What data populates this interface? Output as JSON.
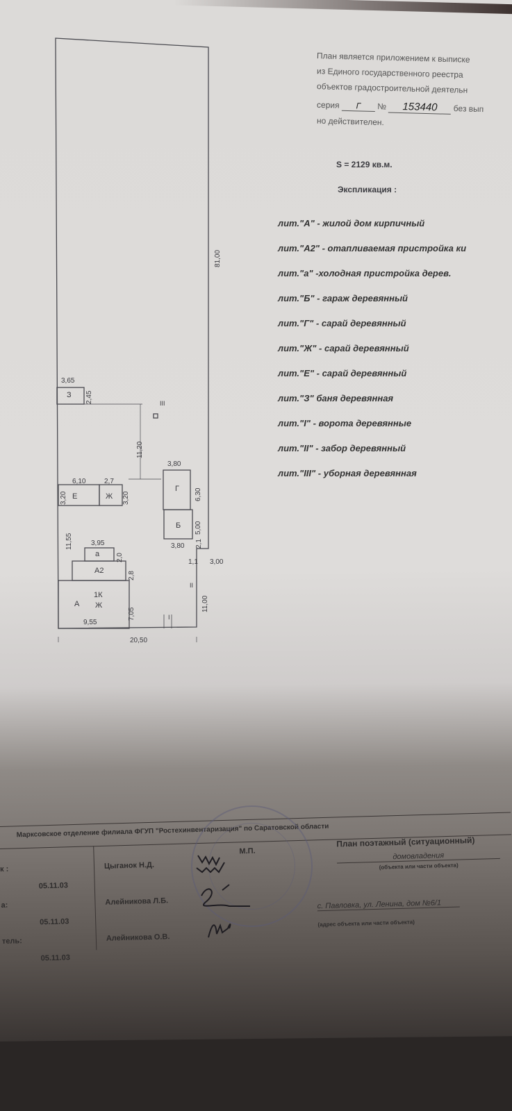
{
  "header": {
    "lines": [
      "План является приложением к выписке",
      "из Единого государственного реестра",
      "объектов градостроительной деятельн",
      "но действителен."
    ],
    "series_label": "серия",
    "series_value": "Г",
    "number_label": "№",
    "number_value": "153440",
    "number_suffix": "без вып"
  },
  "area": "S = 2129 кв.м.",
  "explication_title": "Экспликация :",
  "explication": [
    "лит.\"А\" - жилой дом кирпичный",
    "лит.\"А2\" - отапливаемая пристройка ки",
    "лит.\"а\" -холодная пристройка дерев.",
    "лит.\"Б\" - гараж деревянный",
    "лит.\"Г\" - сарай деревянный",
    "лит.\"Ж\" - сарай деревянный",
    "лит.\"Е\" - сарай деревянный",
    "лит.\"З\" баня деревянная",
    "лит.\"I\" - ворота деревянные",
    "лит.\"II\" - забор деревянный",
    "лит.\"III\" - уборная деревянная"
  ],
  "plan": {
    "buildings": {
      "z": "З",
      "e": "Е",
      "zh": "Ж",
      "g": "Г",
      "b": "Б",
      "a_small": "а",
      "a2": "А2",
      "a": "А",
      "a_rooms": "1К",
      "a_zh": "Ж"
    },
    "marks": {
      "gate": "I",
      "fence": "II",
      "toilet": "III"
    },
    "dims": {
      "d365": "3,65",
      "d245": "2,45",
      "d1120": "11,20",
      "d81": "81,00",
      "d380a": "3,80",
      "d610": "6,10",
      "d27": "2,7",
      "d320a": "3,20",
      "d320b": "3,20",
      "d630": "6,30",
      "d500": "5,00",
      "d380b": "3,80",
      "d21": "2,1",
      "d1155": "11,55",
      "d395": "3,95",
      "d20": "2,0",
      "d11": "1,1",
      "d300": "3,00",
      "d28": "2,8",
      "d705": "7,05",
      "d1100": "11,00",
      "d955": "9,55",
      "d2050": "20,50"
    }
  },
  "footer": {
    "org": "Марксовское отделение филиала ФГУП \"Ростехинвентаризация\" по Саратовской области",
    "mp": "М.П.",
    "rows": [
      {
        "role": "к :",
        "name": "Цыганок Н.Д.",
        "date": "05.11.03"
      },
      {
        "role": "a:",
        "name": "Алейникова Л.Б.",
        "date": "05.11.03"
      },
      {
        "role": "тель:",
        "name": "Алейникова О.В.",
        "date": "05.11.03"
      }
    ],
    "plan_title": "План поэтажный (ситуационный)",
    "object": "домовладения",
    "object_caption": "(объекта или части объекта)",
    "address": "с. Павловка, ул. Ленина, дом №6/1",
    "address_caption": "(адрес объекта или части объекта)"
  }
}
